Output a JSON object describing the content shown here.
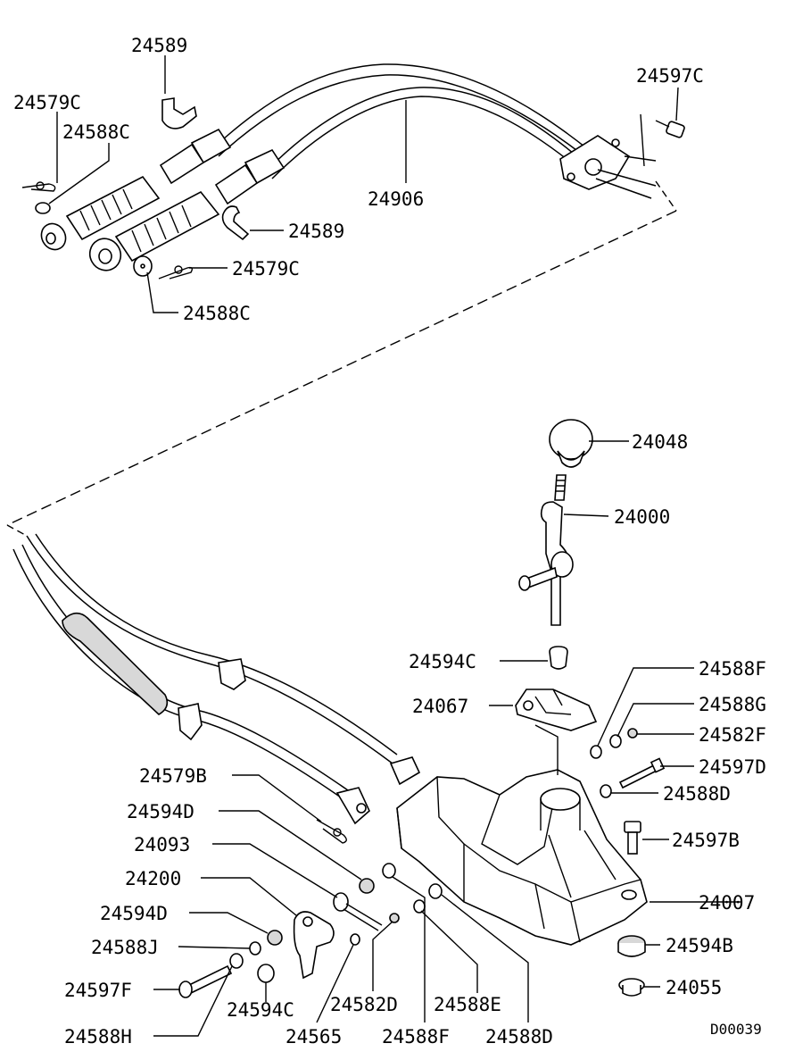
{
  "diagram_ref": "D00039",
  "labels": [
    {
      "id": "l-24589-top",
      "text": "24589"
    },
    {
      "id": "l-24579c-top",
      "text": "24579C"
    },
    {
      "id": "l-24588c-top",
      "text": "24588C"
    },
    {
      "id": "l-24597c",
      "text": "24597C"
    },
    {
      "id": "l-24906",
      "text": "24906"
    },
    {
      "id": "l-24589-mid",
      "text": "24589"
    },
    {
      "id": "l-24579c-mid",
      "text": "24579C"
    },
    {
      "id": "l-24588c-mid",
      "text": "24588C"
    },
    {
      "id": "l-24048",
      "text": "24048"
    },
    {
      "id": "l-24000",
      "text": "24000"
    },
    {
      "id": "l-24594c-mid",
      "text": "24594C"
    },
    {
      "id": "l-24588f-r",
      "text": "24588F"
    },
    {
      "id": "l-24067",
      "text": "24067"
    },
    {
      "id": "l-24588g",
      "text": "24588G"
    },
    {
      "id": "l-24582f",
      "text": "24582F"
    },
    {
      "id": "l-24597d",
      "text": "24597D"
    },
    {
      "id": "l-24588d-r",
      "text": "24588D"
    },
    {
      "id": "l-24579b",
      "text": "24579B"
    },
    {
      "id": "l-24594d-a",
      "text": "24594D"
    },
    {
      "id": "l-24597b",
      "text": "24597B"
    },
    {
      "id": "l-24093",
      "text": "24093"
    },
    {
      "id": "l-24200",
      "text": "24200"
    },
    {
      "id": "l-24007",
      "text": "24007"
    },
    {
      "id": "l-24594d-b",
      "text": "24594D"
    },
    {
      "id": "l-24588j",
      "text": "24588J"
    },
    {
      "id": "l-24594b",
      "text": "24594B"
    },
    {
      "id": "l-24597f",
      "text": "24597F"
    },
    {
      "id": "l-24594c-low",
      "text": "24594C"
    },
    {
      "id": "l-24582d",
      "text": "24582D"
    },
    {
      "id": "l-24588e",
      "text": "24588E"
    },
    {
      "id": "l-24055",
      "text": "24055"
    },
    {
      "id": "l-24588h",
      "text": "24588H"
    },
    {
      "id": "l-24565",
      "text": "24565"
    },
    {
      "id": "l-24588f-b",
      "text": "24588F"
    },
    {
      "id": "l-24588d-b",
      "text": "24588D"
    }
  ]
}
